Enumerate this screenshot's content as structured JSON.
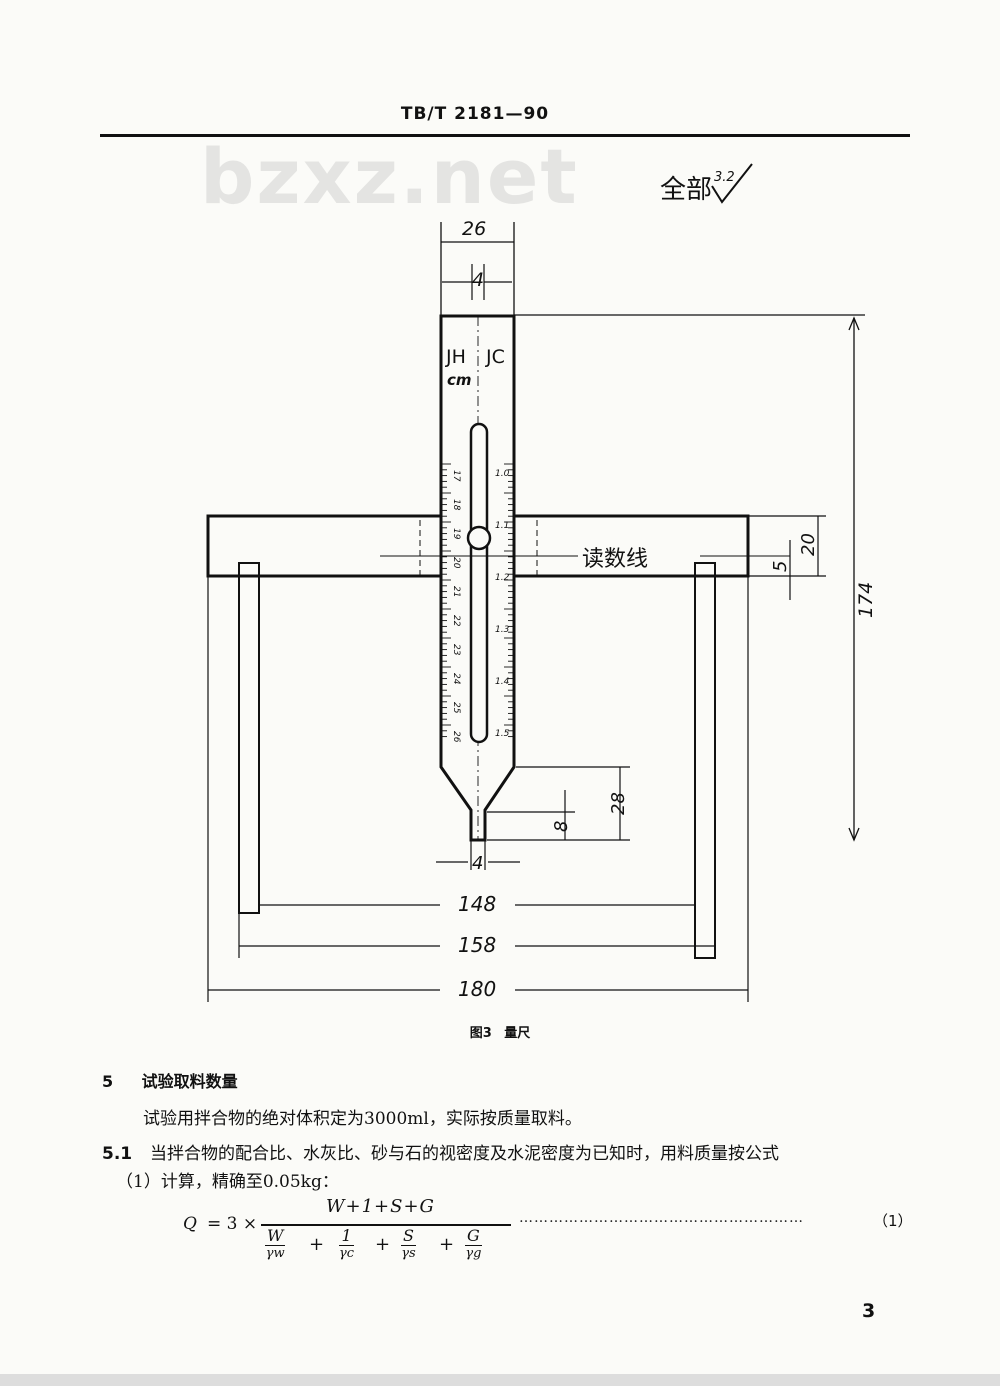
{
  "header": {
    "code": "TB/T 2181—90"
  },
  "watermark": "bzxz.net",
  "figure": {
    "surface_note": "全部",
    "roughness_value": "3.2",
    "dimensions": {
      "top_width": "26",
      "slot_width": "4",
      "height_total": "174",
      "bar_height": "20",
      "read_offset": "5",
      "tip_length": "8",
      "taper_length": "28",
      "tip_width": "4",
      "inner_span": "148",
      "leg_span": "158",
      "total_width": "180"
    },
    "labels": {
      "left_mark": "JH",
      "right_mark": "JC",
      "unit": "cm",
      "reading_line": "读数线"
    },
    "scale_left": [
      "17",
      "18",
      "19",
      "20",
      "21",
      "22",
      "23",
      "24",
      "25",
      "26"
    ],
    "scale_right": [
      "1.0",
      "1.1",
      "1.2",
      "1.3",
      "1.4",
      "1.5"
    ],
    "caption_no": "图3",
    "caption_text": "量尺"
  },
  "section": {
    "number": "5",
    "title": "试验取料数量"
  },
  "paragraph": "试验用拌合物的绝对体积定为3000ml，实际按质量取料。",
  "clause": {
    "number": "5.1",
    "line1": "当拌合物的配合比、水灰比、砂与石的视密度及水泥密度为已知时，用料质量按公式",
    "line2": "（1）计算，精确至0.05kg："
  },
  "formula": {
    "lhs": "Q",
    "eq": "= 3 ×",
    "numerator": "W+1+S+G",
    "terms": [
      {
        "num": "W",
        "den": "γw"
      },
      {
        "num": "1",
        "den": "γc"
      },
      {
        "num": "S",
        "den": "γs"
      },
      {
        "num": "G",
        "den": "γg"
      }
    ],
    "plus": "+",
    "dots": "…………………………………………………",
    "eq_no": "（1）"
  },
  "page": {
    "number": "3"
  }
}
